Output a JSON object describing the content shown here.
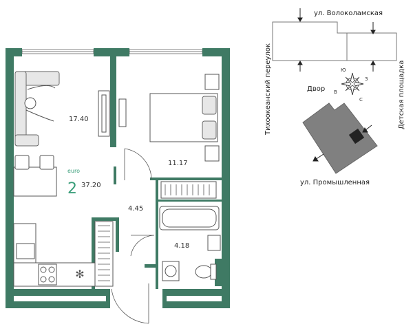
{
  "apartment": {
    "type_word": "euro",
    "type_number": "2",
    "total_area": "37.20",
    "rooms": {
      "living_kitchen": "17.40",
      "bedroom": "11.17",
      "hallway": "4.45",
      "bathroom": "4.18"
    }
  },
  "site_plan": {
    "streets": {
      "north": "ул. Волоколамская",
      "south": "ул. Промышленная",
      "west": "Тихоокеанский переулок",
      "east": "Детская площадка"
    },
    "courtyard": "Двор",
    "compass": {
      "n": "Ю",
      "s": "С",
      "w": "В",
      "e": "З"
    }
  },
  "colors": {
    "wall": "#3f7a64",
    "accent": "#3a9e7a",
    "building": "#808080",
    "section": "#222222"
  }
}
